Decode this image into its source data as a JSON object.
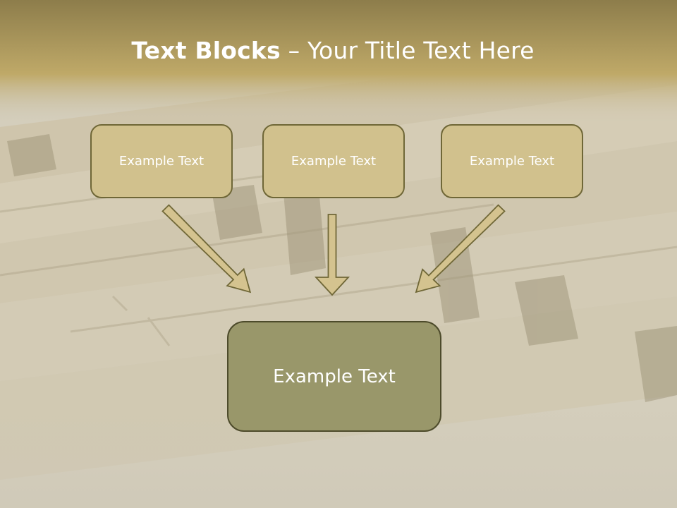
{
  "slide": {
    "title_bold": "Text Blocks",
    "title_rest": " – Your Title Text Here"
  },
  "diagram": {
    "top_blocks": [
      {
        "label": "Example Text"
      },
      {
        "label": "Example Text"
      },
      {
        "label": "Example Text"
      }
    ],
    "bottom_block": {
      "label": "Example Text"
    }
  },
  "colors": {
    "header_band": "#bfa968",
    "top_block_fill": "#d1c18d",
    "bottom_block_fill": "#99976a",
    "arrow_fill": "#d4c38f",
    "outline": "#6f6737"
  }
}
